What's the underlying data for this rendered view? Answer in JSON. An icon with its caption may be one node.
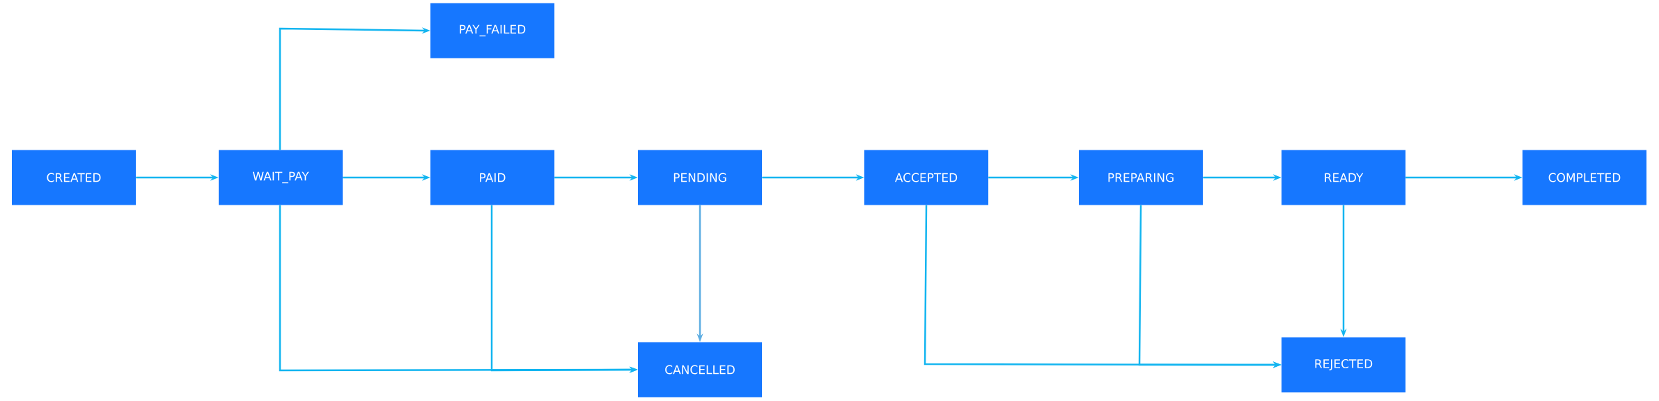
{
  "diagram": {
    "nodes": [
      {
        "text": [
          "CREATED"
        ]
      },
      {
        "text": [
          "WAIT_PAY"
        ]
      },
      {
        "text": [
          "PAID"
        ]
      },
      {
        "text": [
          "PENDING"
        ]
      },
      {
        "text": [
          "ACCEPTED"
        ]
      },
      {
        "text": [
          "PREPARING"
        ]
      },
      {
        "text": [
          "READY"
        ]
      },
      {
        "text": [
          "COMPLETED"
        ]
      },
      {
        "text": [
          "PAY_FAILED"
        ]
      },
      {
        "text": [
          "CANCELLED"
        ]
      },
      {
        "text": [
          "REJECTED"
        ]
      }
    ],
    "edges": [
      {
        "from": 0,
        "to": 1,
        "arrow": "to"
      },
      {
        "from": 1,
        "to": 2,
        "arrow": "to"
      },
      {
        "from": 2,
        "to": 3,
        "arrow": "to"
      },
      {
        "from": 3,
        "to": 4,
        "arrow": "to"
      },
      {
        "from": 4,
        "to": 5,
        "arrow": "to"
      },
      {
        "from": 5,
        "to": 6,
        "arrow": "to"
      },
      {
        "from": 6,
        "to": 7,
        "arrow": "to"
      },
      {
        "from": 1,
        "to": 8,
        "arrow": "to"
      },
      {
        "from": 1,
        "to": 9,
        "arrow": "to"
      },
      {
        "from": 2,
        "to": 9,
        "arrow": "to"
      },
      {
        "from": 3,
        "to": 9,
        "arrow": "to",
        "color": "#5dade2"
      },
      {
        "from": 4,
        "to": 10,
        "arrow": "to"
      },
      {
        "from": 5,
        "to": 10,
        "arrow": "to"
      },
      {
        "from": 6,
        "to": 10,
        "arrow": "to"
      }
    ]
  }
}
